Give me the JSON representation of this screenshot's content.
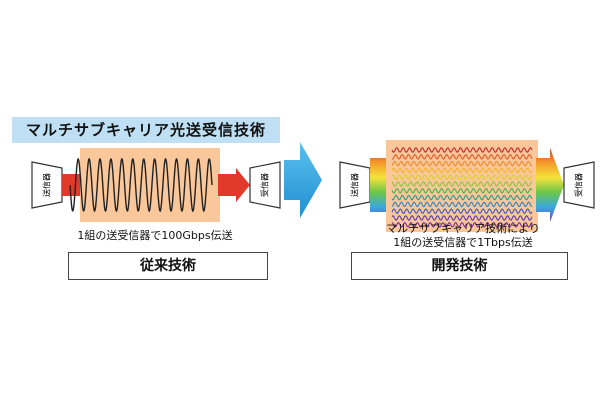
{
  "title": "マルチサブキャリア光送受信技術",
  "left_panel": {
    "transmitter": "送信器",
    "receiver": "受信器",
    "caption": "1組の送受信器で100Gbps伝送",
    "label": "従来技術"
  },
  "right_panel": {
    "transmitter": "送信器",
    "receiver": "受信器",
    "caption_line1": "マルチサブキャリア技術により",
    "caption_line2": "1組の送受信器で1Tbps伝送",
    "label": "開発技術"
  },
  "colors": {
    "title_bg": "#bfe0f4",
    "fiber_box": "#f9c79a",
    "arrow_red": "#e23a2a",
    "big_arrow": "#3aa7e0"
  }
}
